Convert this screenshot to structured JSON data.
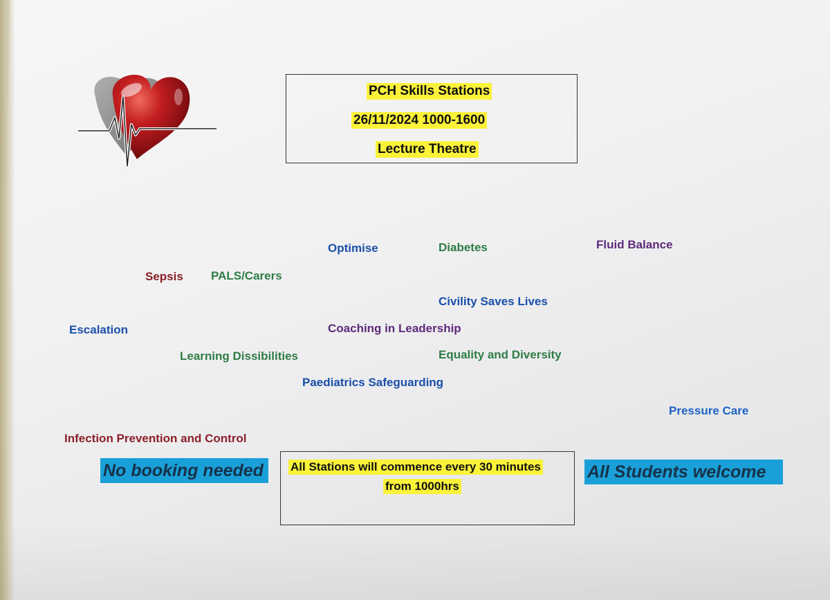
{
  "header": {
    "line1": "PCH Skills Stations",
    "line2": "26/11/2024 1000-1600",
    "line3": "Lecture Theatre"
  },
  "topics": {
    "optimise": "Optimise",
    "diabetes": "Diabetes",
    "fluid_balance": "Fluid Balance",
    "sepsis": "Sepsis",
    "pals_carers": "PALS/Carers",
    "civility": "Civility Saves Lives",
    "escalation": "Escalation",
    "coaching": "Coaching in Leadership",
    "learning": "Learning Dissibilities",
    "equality": "Equality and Diversity",
    "paediatrics": "Paediatrics Safeguarding",
    "pressure_care": "Pressure Care",
    "infection": "Infection Prevention and Control"
  },
  "footer": {
    "left_banner": "No booking needed",
    "right_banner": "All Students welcome",
    "note_line1": "All Stations will commence every 30 minutes",
    "note_line2": "from 1000hrs"
  },
  "colors": {
    "highlight": "#fbf23a",
    "banner": "#1aa0d8",
    "heart": "#b3171c"
  },
  "icons": {
    "logo": "heart-with-ecg-icon"
  }
}
